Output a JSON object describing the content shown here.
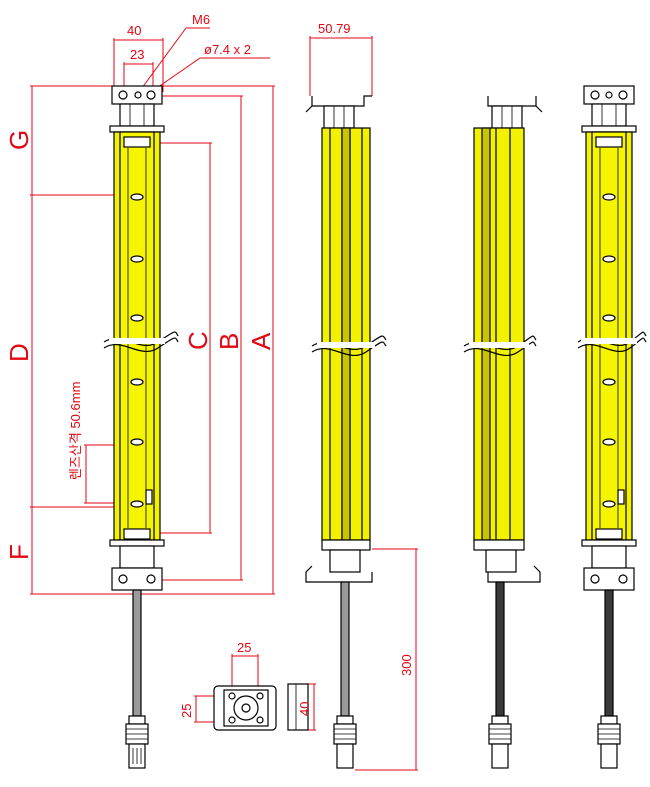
{
  "colors": {
    "dimension": "#e30613",
    "housing": "#f2f200",
    "housing_dark": "#c9c400",
    "outline": "#000000",
    "cable_light": "#9a9a9a",
    "cable_dark": "#3a3a3a"
  },
  "dimensions": {
    "width_40": "40",
    "spacing_23": "23",
    "thread": "M6",
    "hole": "ø7.4 x 2",
    "side_width": "50.79",
    "cable_length": "300",
    "bracket_25_top": "25",
    "bracket_25_left": "25",
    "bracket_40": "40",
    "lens_pitch": "렌즈산격 50.6mm"
  },
  "labels": {
    "A": "A",
    "B": "B",
    "C": "C",
    "D": "D",
    "F": "F",
    "G": "G"
  }
}
